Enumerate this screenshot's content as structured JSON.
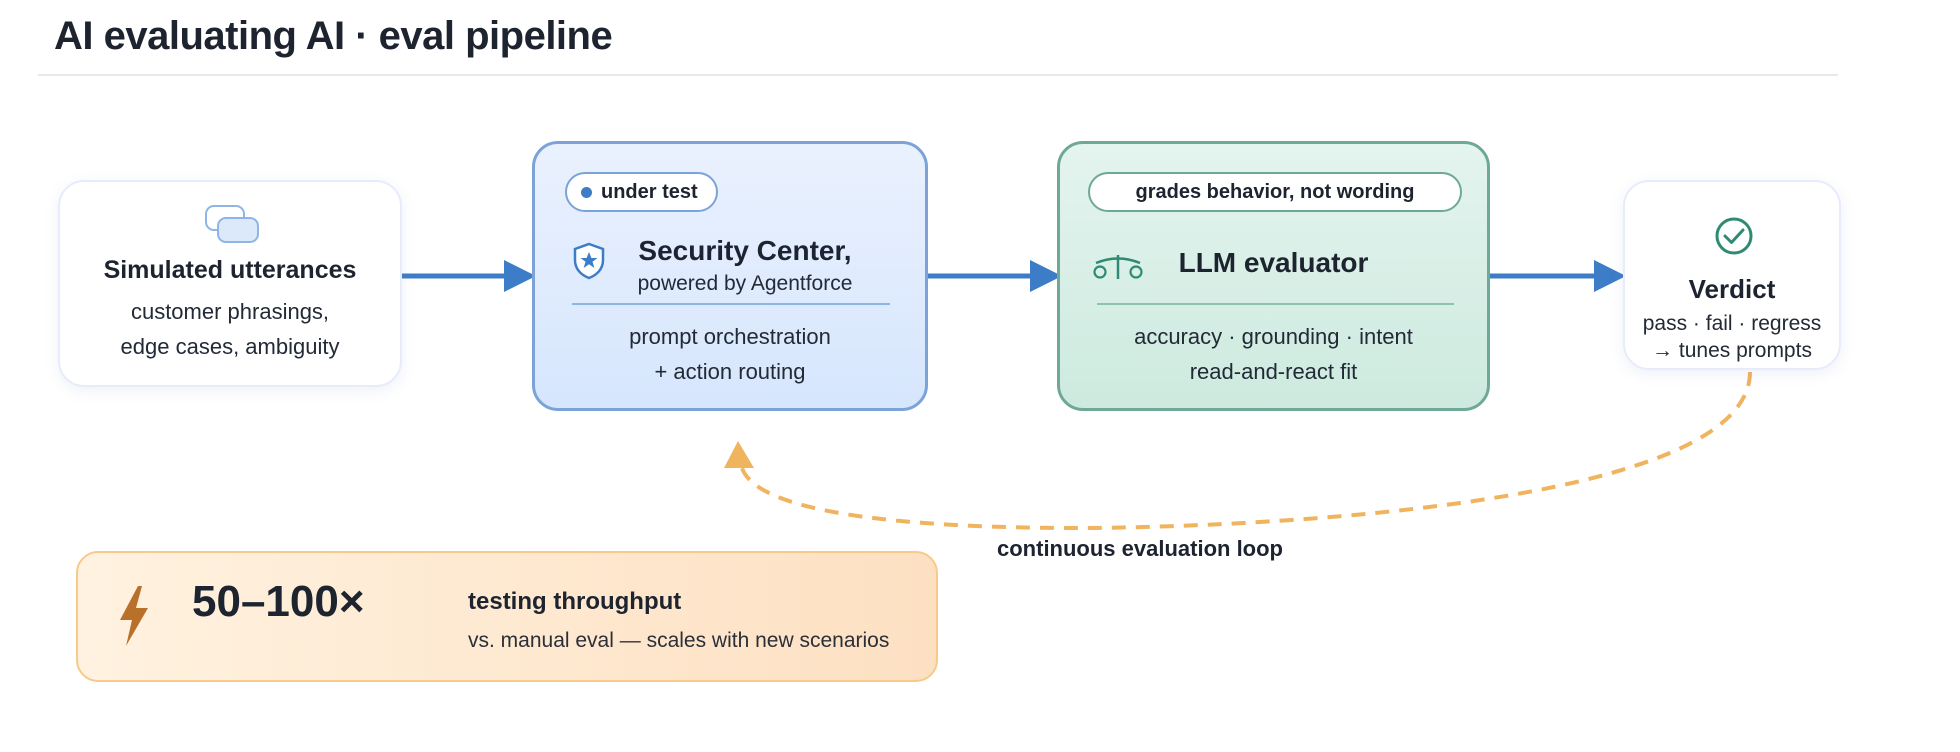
{
  "title": "AI evaluating AI · eval pipeline",
  "colors": {
    "arrow_blue": "#3d7cc7",
    "loop_orange": "#f0b35e",
    "sut_border": "#7ba3d8",
    "evaluator_border": "#6fa896",
    "stat_border": "#f7c98b"
  },
  "nodes": {
    "utterances": {
      "icon": "chat-bubbles-icon",
      "heading": "Simulated utterances",
      "lines": [
        "customer phrasings,",
        "edge cases, ambiguity"
      ]
    },
    "security_center": {
      "badge": "under test",
      "icon": "shield-star-icon",
      "heading": "Security Center,",
      "subheading": "powered by Agentforce",
      "lines": [
        "prompt orchestration",
        "+ action routing"
      ]
    },
    "llm_evaluator": {
      "badge": "grades behavior, not wording",
      "icon": "balance-scale-icon",
      "heading": "LLM evaluator",
      "lines": [
        "accuracy · grounding · intent",
        "read-and-react fit"
      ]
    },
    "verdict": {
      "icon": "check-circle-icon",
      "heading": "Verdict",
      "lines": [
        "pass · fail · regress",
        "→ tunes prompts"
      ]
    }
  },
  "loop": {
    "label": "continuous evaluation loop"
  },
  "stat": {
    "icon": "lightning-icon",
    "value": "50–100×",
    "label": "testing throughput",
    "description": "vs. manual eval — scales with new scenarios"
  }
}
